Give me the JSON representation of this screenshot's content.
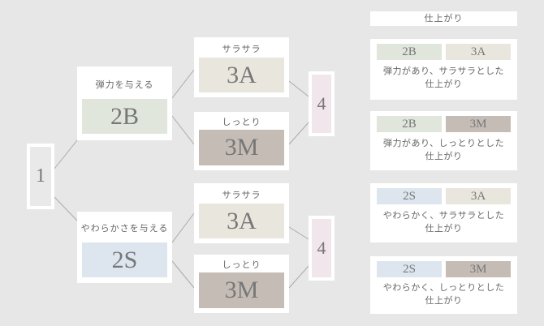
{
  "root": {
    "label": "1"
  },
  "branches": [
    {
      "title": "弾力を与える",
      "code": "2B",
      "options": [
        {
          "title": "サラサラ",
          "code": "3A"
        },
        {
          "title": "しっとり",
          "code": "3M"
        }
      ],
      "result": "4"
    },
    {
      "title": "やわらかさを与える",
      "code": "2S",
      "options": [
        {
          "title": "サラサラ",
          "code": "3A"
        },
        {
          "title": "しっとり",
          "code": "3M"
        }
      ],
      "result": "4"
    }
  ],
  "legend": {
    "header": "仕上がり",
    "items": [
      {
        "left": "2B",
        "right": "3A",
        "desc_line1": "弾力があり、サラサラとした",
        "desc_line2": "仕上がり"
      },
      {
        "left": "2B",
        "right": "3M",
        "desc_line1": "弾力があり、しっとりとした",
        "desc_line2": "仕上がり"
      },
      {
        "left": "2S",
        "right": "3A",
        "desc_line1": "やわらかく、サラサラとした",
        "desc_line2": "仕上がり"
      },
      {
        "left": "2S",
        "right": "3M",
        "desc_line1": "やわらかく、しっとりとした",
        "desc_line2": "仕上がり"
      }
    ]
  },
  "colors": {
    "background": "#e7e7e7",
    "card": "#ffffff",
    "tile_2B": "#e1e6dc",
    "tile_2S": "#dde6ee",
    "tile_3A": "#e9e6de",
    "tile_3M": "#c5bcb5",
    "tile_4": "#f0e6ec",
    "connector": "#aaaaaa"
  }
}
